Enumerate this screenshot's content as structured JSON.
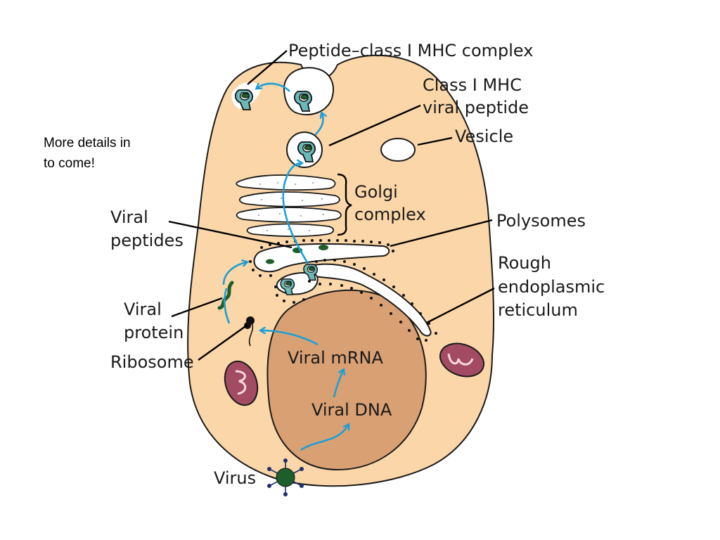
{
  "note": {
    "line1": "More details in",
    "line2": "to come!"
  },
  "labels": {
    "peptide_class_i_mhc_complex": "Peptide–class I MHC complex",
    "class_i_mhc_line1": "Class I MHC",
    "class_i_mhc_line2": "viral peptide",
    "vesicle": "Vesicle",
    "golgi_line1": "Golgi",
    "golgi_line2": "complex",
    "viral_peptides_line1": "Viral",
    "viral_peptides_line2": "peptides",
    "polysomes": "Polysomes",
    "rer_line1": "Rough",
    "rer_line2": "endoplasmic",
    "rer_line3": "reticulum",
    "viral_protein_line1": "Viral",
    "viral_protein_line2": "protein",
    "ribosome": "Ribosome",
    "viral_mrna": "Viral mRNA",
    "viral_dna": "Viral DNA",
    "virus": "Virus"
  },
  "colors": {
    "cell_fill": "#fbd6a8",
    "nucleus_fill": "#d9a074",
    "arrow": "#1b9fd6",
    "mitochondria": "#a34b63",
    "viral_green": "#1e5e2a",
    "mhc_teal": "#6ab9b8"
  }
}
